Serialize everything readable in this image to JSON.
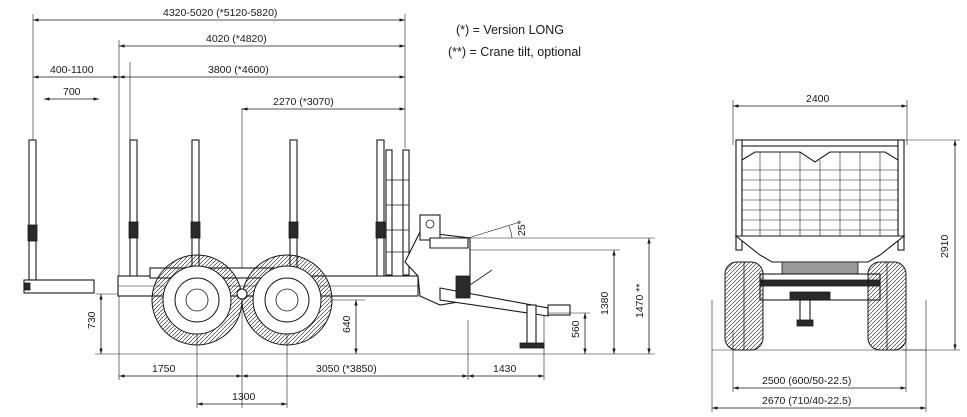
{
  "legend": {
    "version_long": "(*) = Version LONG",
    "crane_tilt": "(**) = Crane tilt, optional"
  },
  "side_view": {
    "overall_length": "4320-5020 (*5120-5820)",
    "frame_length": "4020 (*4820)",
    "bunk_span": "3800 (*4600)",
    "extension": "400-1100",
    "extension_min": "700",
    "axle_to_front": "2270 (*3070)",
    "tilt_angle": "25°",
    "height_frame": "730",
    "height_axle": "640",
    "height_support": "560",
    "height_crane_base": "1380",
    "height_crane_tilt": "1470 **",
    "rear_to_axle": "1750",
    "axle_to_drawbar": "3050 (*3850)",
    "drawbar": "1430",
    "axle_spacing": "1300"
  },
  "rear_view": {
    "bunk_width": "2400",
    "height_total": "2910",
    "width_tyres_a": "2500 (600/50-22.5)",
    "width_tyres_b": "2670 (710/40-22.5)"
  }
}
